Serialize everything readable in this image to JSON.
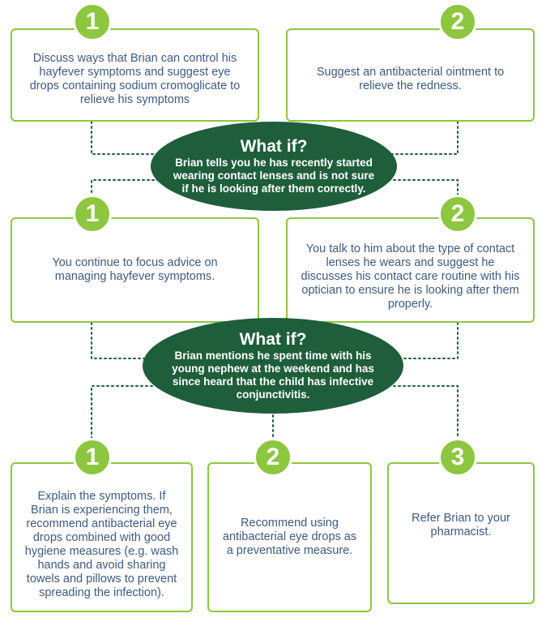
{
  "colors": {
    "green": "#8dc63f",
    "dark_green": "#1e5e3a",
    "text_blue": "#3d5a80"
  },
  "section1": {
    "options": [
      {
        "number": "1",
        "text": "Discuss ways that Brian can control his hayfever symptoms and suggest eye drops containing sodium cromoglicate to relieve his symptoms"
      },
      {
        "number": "2",
        "text": "Suggest an antibacterial ointment to relieve the redness."
      }
    ],
    "what_if": {
      "title": "What if?",
      "text": "Brian tells you he has recently started wearing contact lenses and is not sure if he is looking after them correctly."
    }
  },
  "section2": {
    "options": [
      {
        "number": "1",
        "text": "You continue to focus advice on managing hayfever symptoms."
      },
      {
        "number": "2",
        "text": "You talk to him about the type of contact lenses he wears and suggest he discusses his contact care routine with his optician to ensure he is looking after them properly."
      }
    ],
    "what_if": {
      "title": "What if?",
      "text": "Brian mentions he spent time with his young nephew at the weekend and has since heard that the child has infective conjunctivitis."
    }
  },
  "section3": {
    "options": [
      {
        "number": "1",
        "text": "Explain the symptoms. If Brian is experiencing them, recommend antibacterial eye drops combined with good hygiene measures (e.g. wash hands and avoid sharing towels and pillows to prevent spreading the infection)."
      },
      {
        "number": "2",
        "text": "Recommend using antibacterial eye drops as a preventative measure."
      },
      {
        "number": "3",
        "text": "Refer Brian to your pharmacist."
      }
    ]
  }
}
